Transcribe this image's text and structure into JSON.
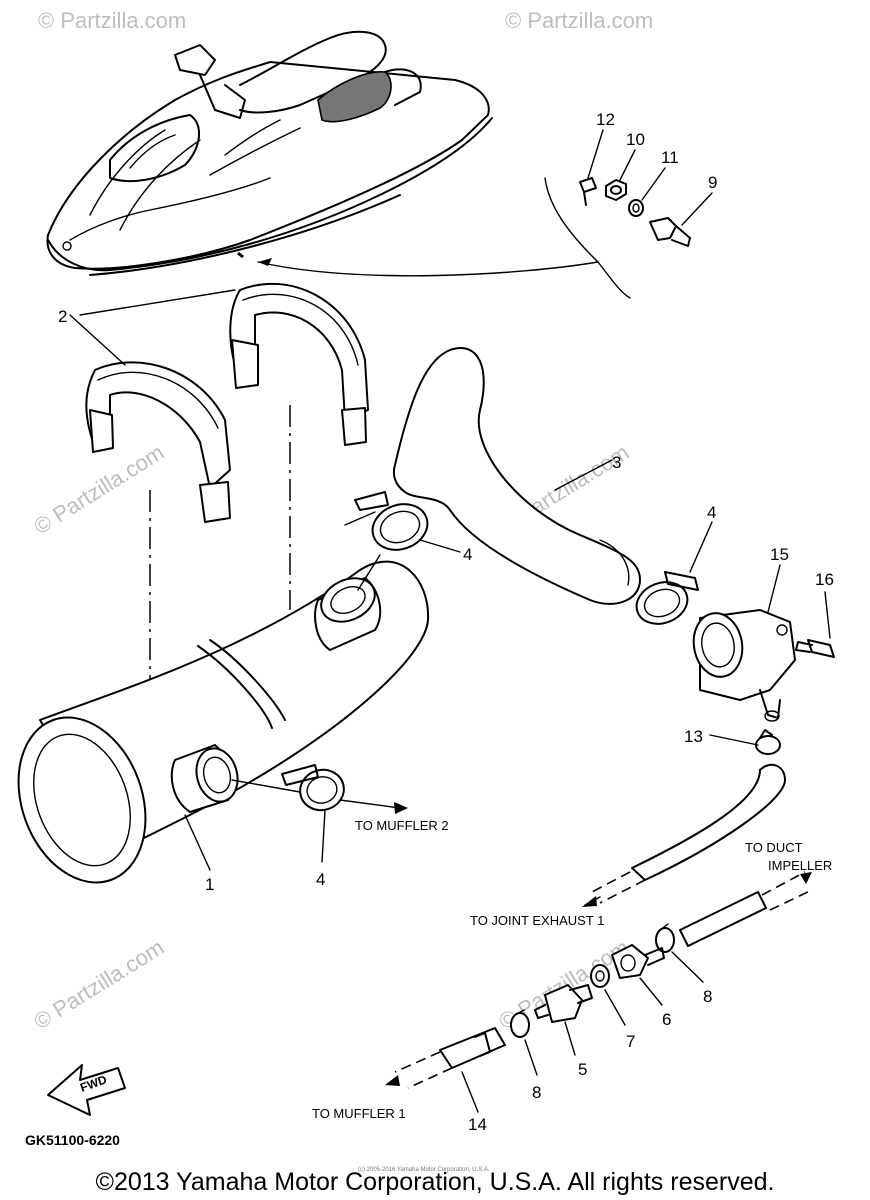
{
  "watermarks": [
    "© Partzilla.com",
    "© Partzilla.com",
    "© Partzilla.com",
    "© Partzilla.com",
    "© Partzilla.com",
    "© Partzilla.com"
  ],
  "part_numbers": {
    "p1": "1",
    "p2": "2",
    "p3": "3",
    "p4a": "4",
    "p4b": "4",
    "p4c": "4",
    "p5": "5",
    "p6": "6",
    "p7": "7",
    "p8a": "8",
    "p8b": "8",
    "p9": "9",
    "p10": "10",
    "p11": "11",
    "p12": "12",
    "p13": "13",
    "p14": "14",
    "p15": "15",
    "p16": "16"
  },
  "labels": {
    "to_muffler_2": "TO MUFFLER 2",
    "to_joint_exhaust_1": "TO JOINT EXHAUST 1",
    "to_duct_line1": "TO DUCT",
    "to_duct_line2": "IMPELLER",
    "to_muffler_1": "TO MUFFLER 1",
    "fwd": "FWD"
  },
  "diagram_code": "GK51100-6220",
  "copyright": "©2013 Yamaha Motor Corporation, U.S.A. All rights reserved.",
  "copyright_small": "(c) 2005-2016 Yamaha Motor Corporation, U.S.A."
}
